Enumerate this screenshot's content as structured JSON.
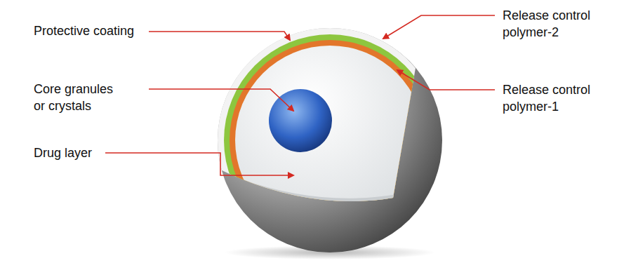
{
  "diagram": {
    "labels": [
      "Protective coating",
      "Release control polymer-2",
      "Core granules or crystals",
      "Release control polymer-1",
      "Drug layer"
    ]
  }
}
